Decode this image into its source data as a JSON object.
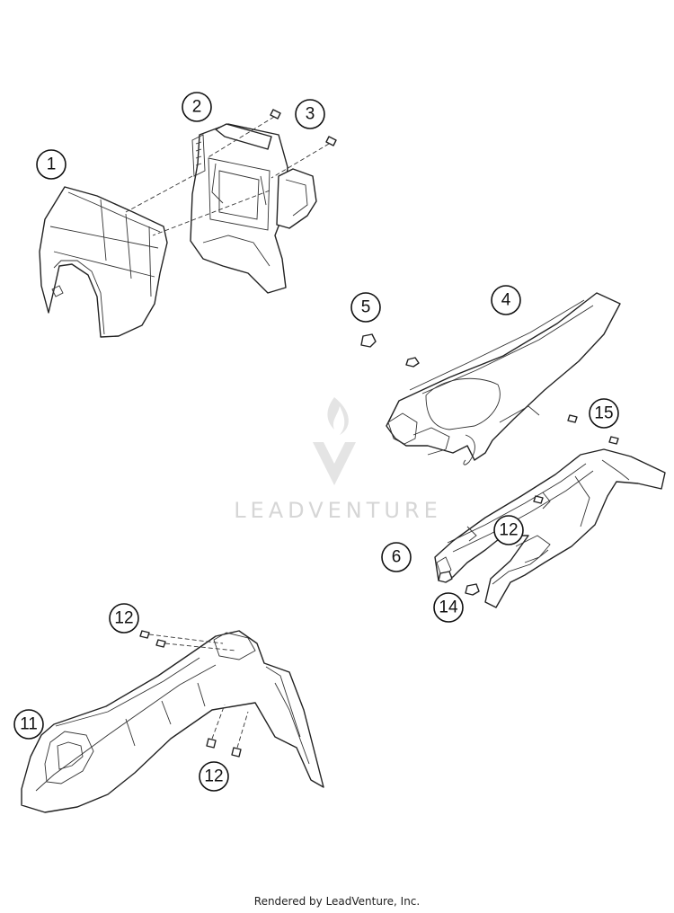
{
  "watermark": {
    "brand": "LEADVENTURE",
    "icon": "flame-v-logo-icon"
  },
  "callouts": [
    {
      "id": "callout-1",
      "label": "1"
    },
    {
      "id": "callout-2",
      "label": "2"
    },
    {
      "id": "callout-3",
      "label": "3"
    },
    {
      "id": "callout-4",
      "label": "4"
    },
    {
      "id": "callout-5",
      "label": "5"
    },
    {
      "id": "callout-6",
      "label": "6"
    },
    {
      "id": "callout-11",
      "label": "11"
    },
    {
      "id": "callout-12a",
      "label": "12"
    },
    {
      "id": "callout-12b",
      "label": "12"
    },
    {
      "id": "callout-12c",
      "label": "12"
    },
    {
      "id": "callout-14",
      "label": "14"
    },
    {
      "id": "callout-15",
      "label": "15"
    }
  ],
  "footer": {
    "text": "Rendered by LeadVenture, Inc."
  }
}
